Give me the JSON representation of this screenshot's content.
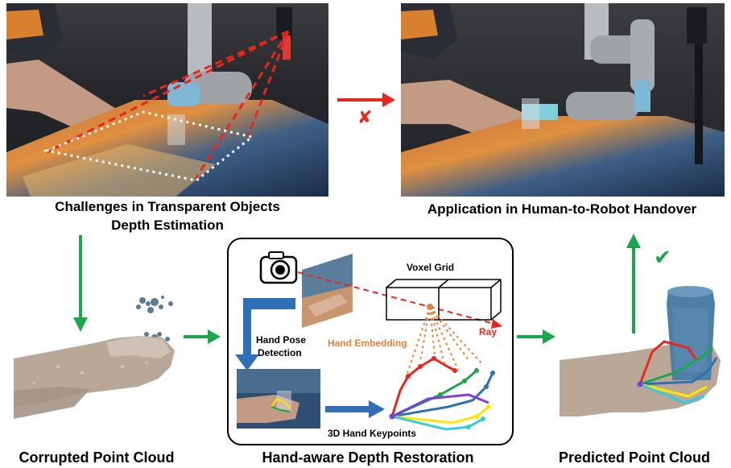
{
  "captions": {
    "challenges_line1": "Challenges in Transparent Objects",
    "challenges_line2": "Depth Estimation",
    "application": "Application in Human-to-Robot Handover",
    "corrupted": "Corrupted Point Cloud",
    "hand_aware": "Hand-aware Depth Restoration",
    "predicted": "Predicted Point Cloud"
  },
  "box_labels": {
    "voxel_grid": "Voxel Grid",
    "hand_pose_line1": "Hand Pose",
    "hand_pose_line2": "Detection",
    "hand_embedding": "Hand Embedding",
    "ray": "Ray",
    "keypoints": "3D Hand Keypoints"
  },
  "marks": {
    "fail": "✘",
    "success": "✔"
  },
  "colors": {
    "red": "#e8261c",
    "green": "#1aa64a",
    "blue": "#2f6fb5",
    "orange": "#e8823a"
  }
}
